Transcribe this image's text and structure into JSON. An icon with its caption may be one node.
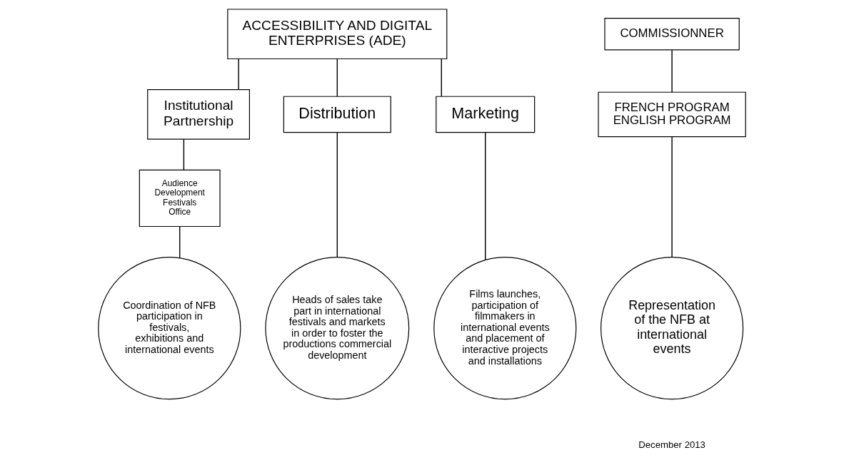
{
  "diagram": {
    "nodes": [
      {
        "text": [
          "ACCESSIBILITY AND DIGITAL ENTERPRISES (ADE)"
        ]
      },
      {
        "text": [
          "Institutional Partnership"
        ]
      },
      {
        "text": [
          "Distribution"
        ]
      },
      {
        "text": [
          "Marketing"
        ]
      },
      {
        "text": [
          "COMMISSIONNER"
        ]
      },
      {
        "text": [
          "FRENCH PROGRAM ENGLISH PROGRAM"
        ]
      },
      {
        "text": [
          "Audience Development Festivals Office"
        ]
      },
      {
        "text": [
          "Coordination of NFB participation in festivals, exhibitions and international events"
        ]
      },
      {
        "text": [
          "Heads of sales take part in international festivals and markets in order to foster the productions commercial development"
        ]
      },
      {
        "text": [
          "Films launches, participation of filmmakers in international events and placement of interactive projects and installations"
        ]
      },
      {
        "text": [
          "Representation of the NFB at international events"
        ]
      }
    ],
    "edges": [
      {
        "from": 0,
        "to": 1,
        "arrow": "none"
      },
      {
        "from": 0,
        "to": 2,
        "arrow": "none"
      },
      {
        "from": 0,
        "to": 3,
        "arrow": "none"
      },
      {
        "from": 1,
        "to": 6,
        "arrow": "none"
      },
      {
        "from": 6,
        "to": 7,
        "arrow": "none"
      },
      {
        "from": 2,
        "to": 8,
        "arrow": "none"
      },
      {
        "from": 3,
        "to": 9,
        "arrow": "none"
      },
      {
        "from": 4,
        "to": 5,
        "arrow": "none"
      },
      {
        "from": 5,
        "to": 10,
        "arrow": "none"
      }
    ],
    "labels": [
      "December 2013"
    ]
  }
}
